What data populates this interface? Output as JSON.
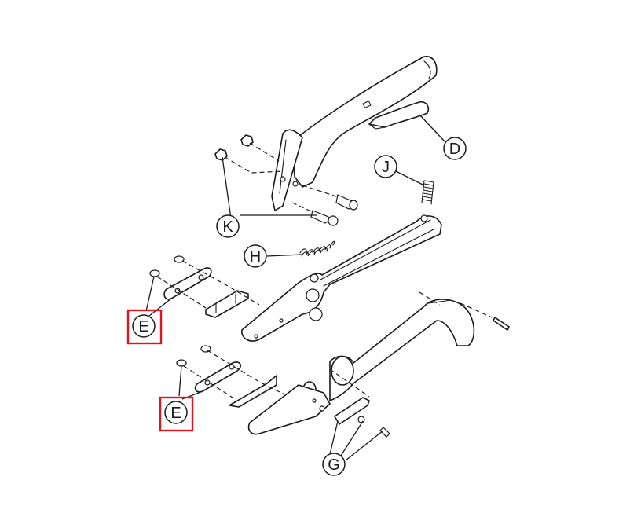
{
  "labels": {
    "D": "D",
    "J": "J",
    "K": "K",
    "H": "H",
    "E_upper": "E",
    "E_lower": "E",
    "G": "G"
  },
  "colors": {
    "line": "#1a1a1a",
    "highlight": "#e0141e",
    "background": "#ffffff"
  }
}
